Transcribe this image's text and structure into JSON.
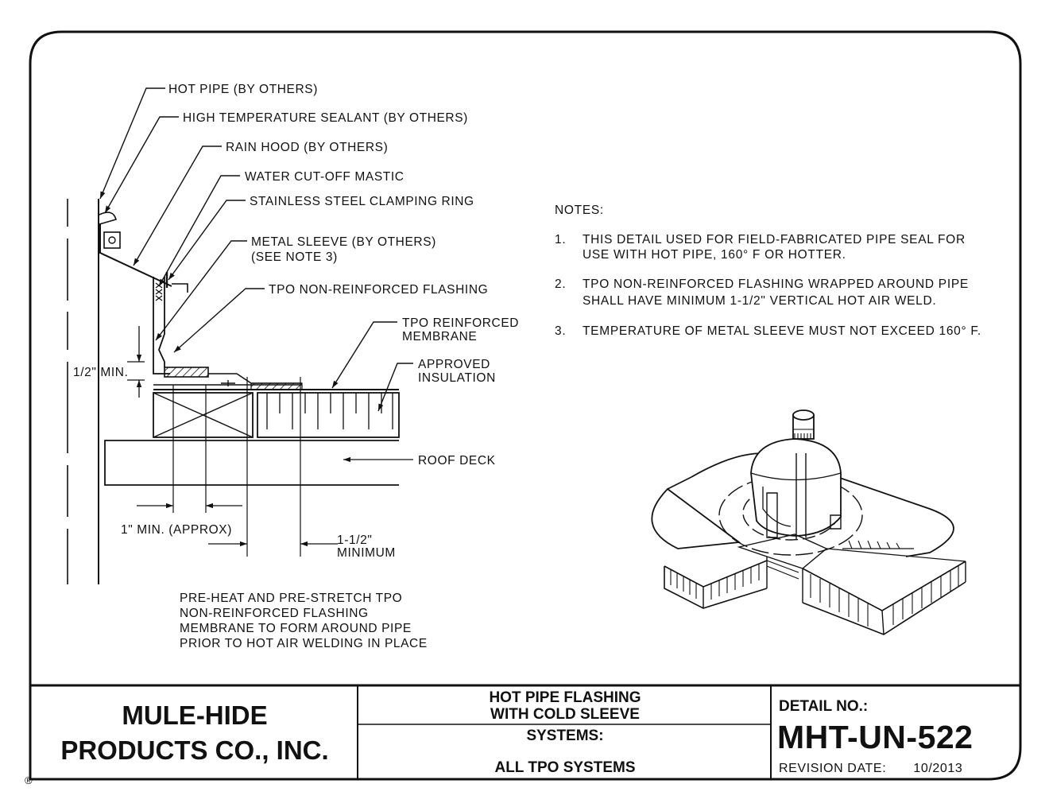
{
  "labels": {
    "hot_pipe": "HOT PIPE (BY OTHERS)",
    "sealant": "HIGH TEMPERATURE SEALANT (BY OTHERS)",
    "rain_hood": "RAIN HOOD (BY OTHERS)",
    "mastic": "WATER CUT-OFF MASTIC",
    "clamp": "STAINLESS STEEL CLAMPING RING",
    "sleeve_1": "METAL SLEEVE (BY OTHERS)",
    "sleeve_2": "(SEE NOTE 3)",
    "flashing": "TPO NON-REINFORCED FLASHING",
    "membrane_1": "TPO REINFORCED",
    "membrane_2": "MEMBRANE",
    "insulation_1": "APPROVED",
    "insulation_2": "INSULATION",
    "roof_deck": "ROOF DECK",
    "half_min": "1/2\" MIN.",
    "one_min": "1\" MIN. (APPROX)",
    "onehalf_1": "1-1/2\"",
    "onehalf_2": "MINIMUM",
    "instr_1": "PRE-HEAT AND PRE-STRETCH TPO",
    "instr_2": "NON-REINFORCED FLASHING",
    "instr_3": "MEMBRANE TO FORM AROUND PIPE",
    "instr_4": "PRIOR TO HOT AIR WELDING IN PLACE"
  },
  "notes": {
    "heading": "NOTES:",
    "n1_num": "1.",
    "n1_l1": "THIS DETAIL USED FOR FIELD-FABRICATED PIPE SEAL FOR",
    "n1_l2": "USE WITH HOT PIPE, 160° F OR HOTTER.",
    "n2_num": "2.",
    "n2_l1": "TPO NON-REINFORCED FLASHING WRAPPED AROUND PIPE",
    "n2_l2": "SHALL HAVE MINIMUM 1-1/2\" VERTICAL HOT AIR WELD.",
    "n3_num": "3.",
    "n3_l1": "TEMPERATURE OF METAL SLEEVE MUST NOT EXCEED 160° F."
  },
  "title_block": {
    "company_1": "MULE-HIDE",
    "company_2": "PRODUCTS CO., INC.",
    "title_1": "HOT PIPE FLASHING",
    "title_2": "WITH COLD SLEEVE",
    "systems_label": "SYSTEMS:",
    "systems_value": "ALL TPO SYSTEMS",
    "detail_label": "DETAIL NO.:",
    "detail_no": "MHT-UN-522",
    "revision_label": "REVISION DATE:",
    "revision_date": "10/2013",
    "registered_mark": "®"
  }
}
